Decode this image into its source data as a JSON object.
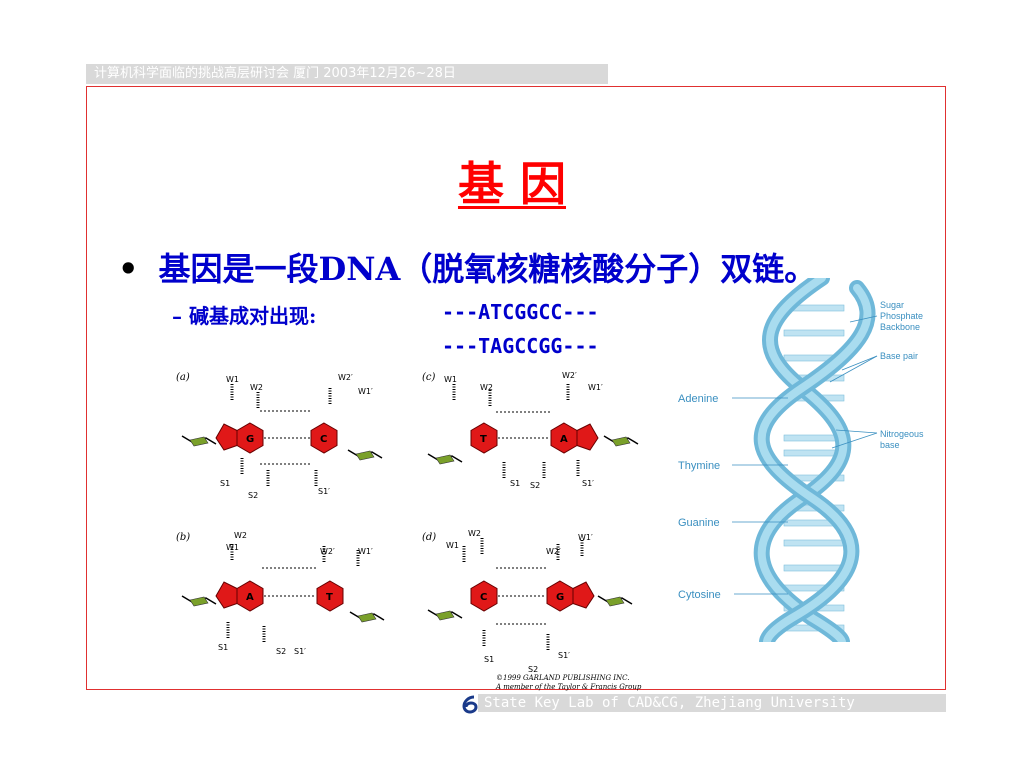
{
  "header": {
    "conference": "计算机科学面临的挑战高层研讨会 厦门 2003年12月26~28日"
  },
  "slide": {
    "title": "基  因",
    "bullet": "基因是一段DNA（脱氧核糖核酸分子）双链。",
    "sub_label": "– 碱基成对出现:",
    "seq_top": "---ATCGGCC---",
    "seq_bottom": "---TAGCCGG---"
  },
  "figure_chem": {
    "panels": [
      "(a)",
      "(b)",
      "(c)",
      "(d)"
    ],
    "bases": {
      "a": [
        "G",
        "C"
      ],
      "b": [
        "A",
        "T"
      ],
      "c": [
        "T",
        "A"
      ],
      "d": [
        "C",
        "G"
      ]
    },
    "copyright_line1": "©1999 GARLAND PUBLISHING INC.",
    "copyright_line2": "A member of the Taylor & Francis Group"
  },
  "figure_helix": {
    "labels": {
      "sugar": [
        "Sugar",
        "Phosphate",
        "Backbone"
      ],
      "base_pair": "Base pair",
      "nitrogenous": [
        "Nitrogeous",
        "base"
      ],
      "adenine": "Adenine",
      "thymine": "Thymine",
      "guanine": "Guanine",
      "cytosine": "Cytosine"
    },
    "colors": {
      "backbone": "#8fd0ea",
      "rung": "#bfe3f2",
      "label": "#3a8fc0"
    }
  },
  "footer": {
    "text": "State Key Lab of CAD&CG, Zhejiang University"
  },
  "colors": {
    "title": "#ff0000",
    "body": "#0000cc",
    "frame": "#e03030",
    "bar": "#d9d9d9",
    "ring": "#e01818"
  }
}
